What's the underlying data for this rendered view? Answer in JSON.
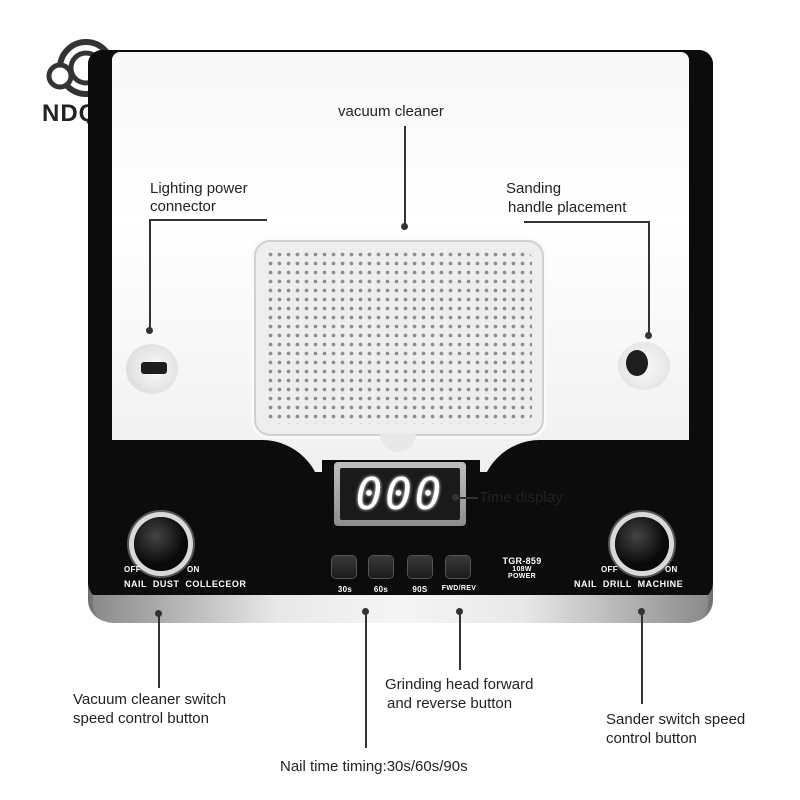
{
  "logo": {
    "text": "NDQ"
  },
  "device": {
    "display_value": "000",
    "model": {
      "line1": "TGR-859",
      "line2": "108W",
      "line3": "POWER"
    },
    "left_knob": {
      "off": "OFF",
      "on": "ON",
      "caption": "NAIL  DUST  COLLECEOR"
    },
    "right_knob": {
      "off": "OFF",
      "on": "ON",
      "caption": "NAIL  DRILL  MACHINE"
    },
    "buttons": [
      {
        "label": "30s"
      },
      {
        "label": "60s"
      },
      {
        "label": "90S"
      },
      {
        "label": "FWD/REV"
      }
    ]
  },
  "callouts": {
    "vacuum": "vacuum cleaner",
    "lighting_line1": "Lighting power",
    "lighting_line2": "connector",
    "sanding_line1": "Sanding",
    "sanding_line2": "handle placement",
    "time_display": "Time display",
    "vacuum_switch_line1": "Vacuum cleaner switch",
    "vacuum_switch_line2": "speed control button",
    "grinding_line1": "Grinding head forward",
    "grinding_line2": "and reverse button",
    "sander_line1": "Sander switch speed",
    "sander_line2": "control button",
    "timing": "Nail time timing:30s/60s/90s"
  }
}
